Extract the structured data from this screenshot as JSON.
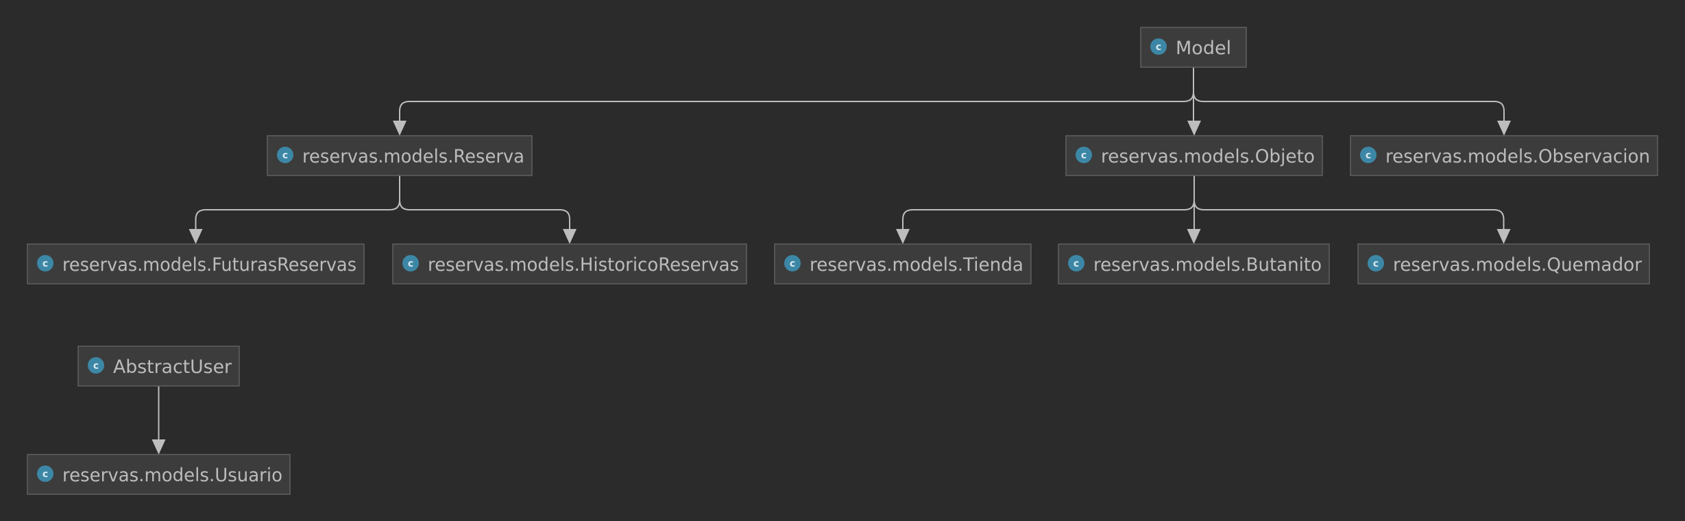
{
  "diagram": {
    "title": "",
    "nodes": [
      {
        "id": "model",
        "label": "Model",
        "icon": "class-icon",
        "icon_letter": "c"
      },
      {
        "id": "reserva",
        "label": "reservas.models.Reserva",
        "icon": "class-icon",
        "icon_letter": "c"
      },
      {
        "id": "objeto",
        "label": "reservas.models.Objeto",
        "icon": "class-icon",
        "icon_letter": "c"
      },
      {
        "id": "observacion",
        "label": "reservas.models.Observacion",
        "icon": "class-icon",
        "icon_letter": "c"
      },
      {
        "id": "futuras",
        "label": "reservas.models.FuturasReservas",
        "icon": "class-icon",
        "icon_letter": "c"
      },
      {
        "id": "historico",
        "label": "reservas.models.HistoricoReservas",
        "icon": "class-icon",
        "icon_letter": "c"
      },
      {
        "id": "tienda",
        "label": "reservas.models.Tienda",
        "icon": "class-icon",
        "icon_letter": "c"
      },
      {
        "id": "butanito",
        "label": "reservas.models.Butanito",
        "icon": "class-icon",
        "icon_letter": "c"
      },
      {
        "id": "quemador",
        "label": "reservas.models.Quemador",
        "icon": "class-icon",
        "icon_letter": "c"
      },
      {
        "id": "abstractuser",
        "label": "AbstractUser",
        "icon": "class-icon",
        "icon_letter": "c"
      },
      {
        "id": "usuario",
        "label": "reservas.models.Usuario",
        "icon": "class-icon",
        "icon_letter": "c"
      }
    ],
    "edges": [
      {
        "from": "model",
        "to": "reserva",
        "type": "inheritance"
      },
      {
        "from": "model",
        "to": "objeto",
        "type": "inheritance"
      },
      {
        "from": "model",
        "to": "observacion",
        "type": "inheritance"
      },
      {
        "from": "reserva",
        "to": "futuras",
        "type": "inheritance"
      },
      {
        "from": "reserva",
        "to": "historico",
        "type": "inheritance"
      },
      {
        "from": "objeto",
        "to": "tienda",
        "type": "inheritance"
      },
      {
        "from": "objeto",
        "to": "butanito",
        "type": "inheritance"
      },
      {
        "from": "objeto",
        "to": "quemador",
        "type": "inheritance"
      },
      {
        "from": "abstractuser",
        "to": "usuario",
        "type": "inheritance"
      }
    ],
    "colors": {
      "background": "#2b2b2b",
      "node_fill": "#3c3c3c",
      "node_border": "#5e6060",
      "icon": "#3d87a6",
      "text": "#bcbcbc",
      "edge": "#bdbdbd"
    }
  }
}
